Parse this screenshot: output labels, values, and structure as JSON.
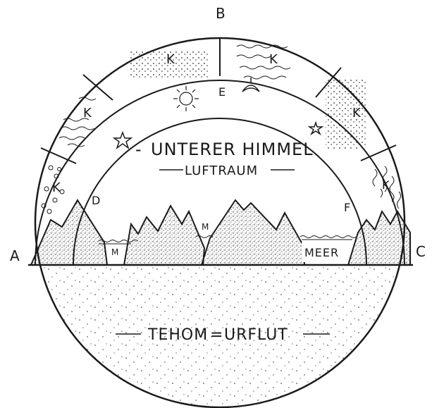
{
  "diagram": {
    "points": {
      "a": "A",
      "b": "B",
      "c": "C",
      "d": "D",
      "e": "E",
      "f": "F"
    },
    "cloud_segment_label": "K",
    "sea_small_label": "M",
    "sea_label": "MEER",
    "lower_sky": "UNTERER HIMMEL",
    "lower_sky_prefix": "-",
    "airspace": "LUFTRAUM",
    "deep": "TEHOM",
    "deep_joiner": "=",
    "primeval_flood": "URFLUT"
  },
  "colors": {
    "ink": "#1a1a1a",
    "paper": "#ffffff",
    "stipple": "#2a2a2a"
  },
  "icons": [
    "sun-icon",
    "moon-icon",
    "star-icon"
  ]
}
